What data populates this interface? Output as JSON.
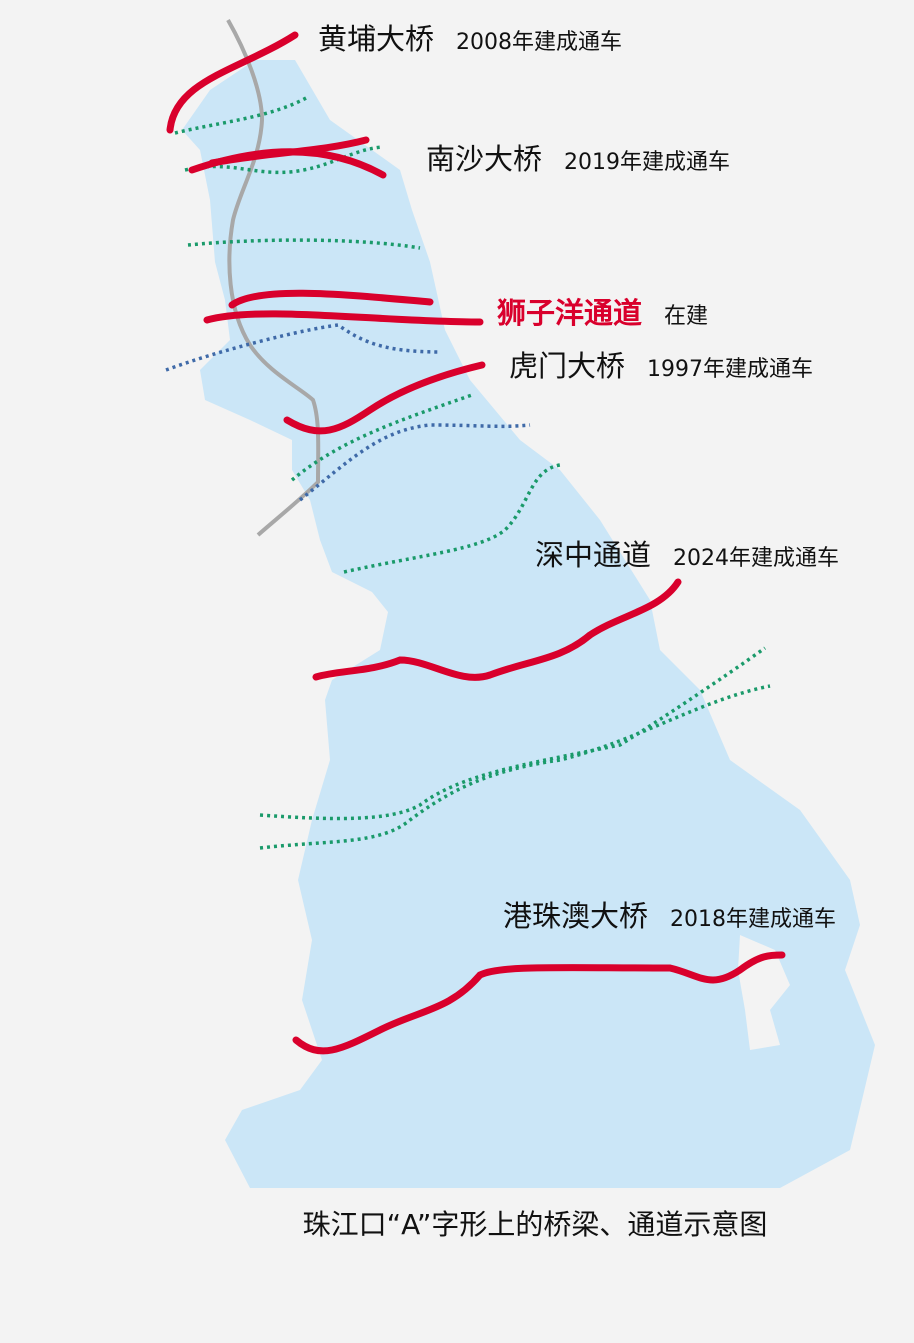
{
  "colors": {
    "water": "#cbe6f7",
    "bridge": "#d9002c",
    "green_route": "#1a9a6a",
    "blue_route": "#3f6aa8",
    "road": "#a8a8a8",
    "background": "#f3f3f3"
  },
  "crossings": [
    {
      "name": "黄埔大桥",
      "status": "2008年建成通车"
    },
    {
      "name": "南沙大桥",
      "status": "2019年建成通车"
    },
    {
      "name": "狮子洋通道",
      "status": "在建"
    },
    {
      "name": "虎门大桥",
      "status": "1997年建成通车"
    },
    {
      "name": "深中通道",
      "status": "2024年建成通车"
    },
    {
      "name": "港珠澳大桥",
      "status": "2018年建成通车"
    }
  ],
  "caption": "珠江口“A”字形上的桥梁、通道示意图"
}
